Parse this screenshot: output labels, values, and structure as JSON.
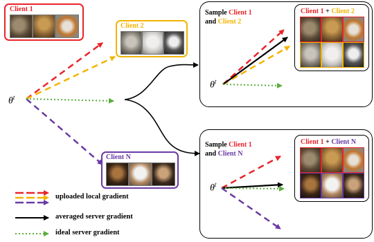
{
  "theta": {
    "base": "θ",
    "sup": "t"
  },
  "clients": {
    "client1": {
      "label": "Client 1"
    },
    "client2": {
      "label": "Client 2"
    },
    "clientN": {
      "label": "Client N"
    }
  },
  "panels": {
    "top": {
      "sample_prefix": "Sample ",
      "sample_a": "Client 1",
      "and_text": "and ",
      "sample_b": "Client 2",
      "combo_a": "Client 1",
      "plus": " + ",
      "combo_b": "Client 2"
    },
    "bottom": {
      "sample_prefix": "Sample ",
      "sample_a": "Client 1",
      "and_text": "and ",
      "sample_b": "Client N",
      "combo_a": "Client 1",
      "plus": " + ",
      "combo_b": "Client N"
    }
  },
  "legend": {
    "uploaded": "uploaded local gradient",
    "averaged": "averaged server gradient",
    "ideal": "ideal server gradient"
  },
  "colors": {
    "red": "#e8242a",
    "yellow": "#f3b400",
    "purple": "#6a3aa4",
    "green": "#5aae3c",
    "black": "#000000"
  }
}
